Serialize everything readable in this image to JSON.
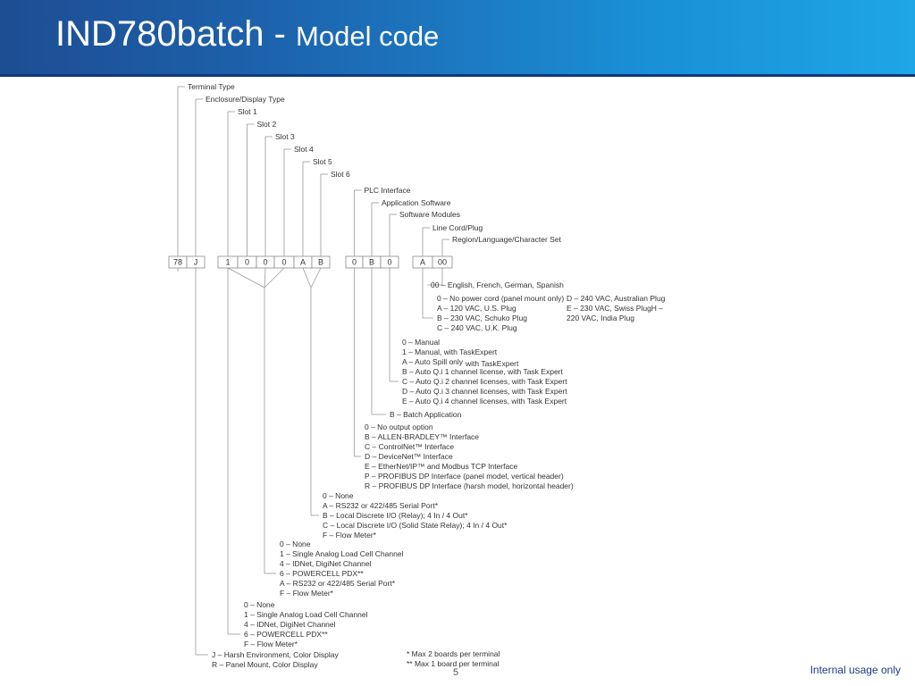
{
  "slide": {
    "title_main": "IND780batch - ",
    "title_sub": "Model code",
    "footer": "Internal usage only",
    "page_number": "5"
  },
  "diagram": {
    "code_boxes": [
      "78",
      "J",
      "1",
      "0",
      "0",
      "0",
      "A",
      "B",
      "0",
      "B",
      "0",
      "A",
      "00"
    ],
    "headers": [
      "Terminal Type",
      "Enclosure/Display Type",
      "Slot 1",
      "Slot 2",
      "Slot 3",
      "Slot 4",
      "Slot 5",
      "Slot 6",
      "PLC Interface",
      "Application Software",
      "Software Modules",
      "Line Cord/Plug",
      "Region/Language/Character Set"
    ],
    "options": {
      "region": [
        "00 – English, French, German, Spanish"
      ],
      "line_cord_left": [
        "0 – No power cord (panel mount only)",
        "A – 120 VAC, U.S. Plug",
        "B – 230 VAC, Schuko Plug",
        "C – 240 VAC, U.K. Plug"
      ],
      "line_cord_right": [
        "D – 240 VAC, Australian Plug",
        "E – 230 VAC, Swiss PlugH –",
        "220 VAC, India Plug"
      ],
      "software_modules": [
        "0 – Manual",
        "1 – Manual, with TaskExpert",
        "A – Auto Spill only",
        "B – Auto Q.i 1 channel license, with Task Expert",
        "C – Auto Q.i 2 channel licenses, with Task Expert",
        "D – Auto Q.i 3 channel licenses, with Task Expert",
        "E – Auto Q.i 4 channel licenses, with Task Expert"
      ],
      "software_modules_note": "with TaskExpert",
      "application_software": [
        "B – Batch Application"
      ],
      "plc_interface": [
        "0 – No output option",
        "B – ALLEN-BRADLEY™ Interface",
        "C – ControlNet™ Interface",
        "D – DeviceNet™ Interface",
        "E – EtherNet/IP™ and Modbus TCP Interface",
        "P – PROFIBUS DP Interface (panel model, vertical header)",
        "R – PROFIBUS DP Interface (harsh model, horizontal header)"
      ],
      "slots_5_6": [
        "0 – None",
        "A – RS232 or 422/485 Serial Port*",
        "B – Local Discrete I/O (Relay); 4 In / 4 Out*",
        "C – Local Discrete I/O (Solid State Relay); 4 In / 4 Out*",
        "F – Flow Meter*"
      ],
      "slots_2_4": [
        "0 – None",
        "1 – Single Analog Load Cell Channel",
        "4 – IDNet, DigiNet Channel",
        "6 – POWERCELL PDX**",
        "A – RS232 or 422/485 Serial Port*",
        "F – Flow Meter*"
      ],
      "slot_1": [
        "0 – None",
        "1 – Single Analog Load Cell Channel",
        "4 – IDNet, DigiNet Channel",
        "6 – POWERCELL PDX**",
        "F – Flow Meter*"
      ],
      "enclosure": [
        "J – Harsh Environment, Color Display",
        "R – Panel Mount, Color Display"
      ]
    },
    "footnotes": [
      "* Max 2 boards per terminal",
      "** Max 1 board per terminal"
    ]
  }
}
